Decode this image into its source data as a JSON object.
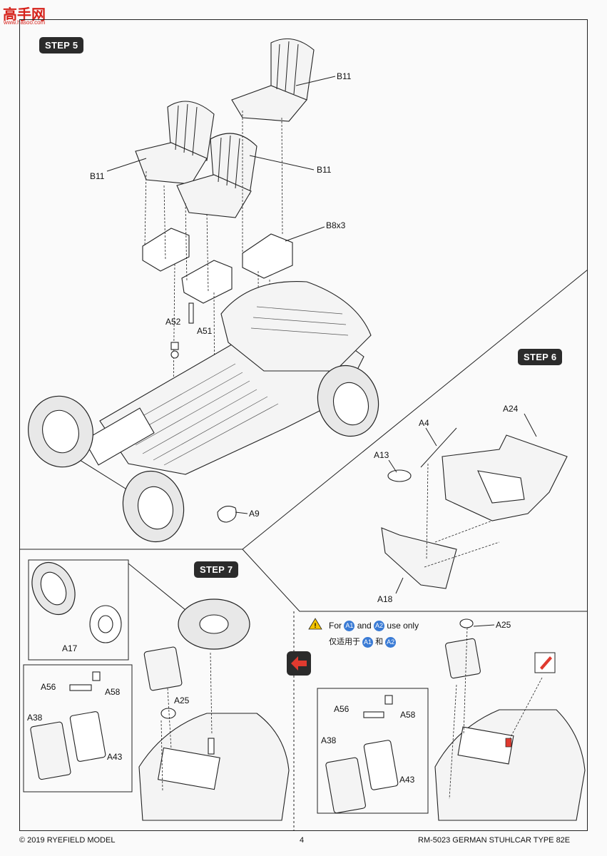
{
  "watermark": {
    "logo": "高手网",
    "url": "www.hasoo.com"
  },
  "steps": {
    "step5": "STEP 5",
    "step6": "STEP 6",
    "step7": "STEP 7"
  },
  "step5_labels": {
    "b11_right": "B11",
    "b11_left": "B11",
    "b11_mid": "B11",
    "b8x3": "B8x3",
    "a52": "A52",
    "a51": "A51",
    "a9": "A9"
  },
  "step6_labels": {
    "a24": "A24",
    "a4": "A4",
    "a13": "A13",
    "a18": "A18"
  },
  "step7_labels": {
    "a17": "A17",
    "a56": "A56",
    "a58": "A58",
    "a38": "A38",
    "a43": "A43",
    "a25": "A25"
  },
  "option_note": {
    "en_prefix": "For",
    "a1": "A1",
    "and": "and",
    "a2": "A2",
    "en_suffix": "use only",
    "cn_prefix": "仅适用于",
    "cn_and": "和"
  },
  "alt_labels": {
    "a25": "A25",
    "a56": "A56",
    "a58": "A58",
    "a38": "A38",
    "a43": "A43"
  },
  "footer": {
    "copyright": "© 2019 RYEFIELD MODEL",
    "page": "4",
    "product": "RM-5023 GERMAN STUHLCAR TYPE 82E"
  },
  "colors": {
    "step_badge": "#2b2b2b",
    "option_circle": "#3a7bd5",
    "warning": "#f5c400",
    "arrow_icon": "#e03a2f",
    "watermark": "#d6221b"
  }
}
